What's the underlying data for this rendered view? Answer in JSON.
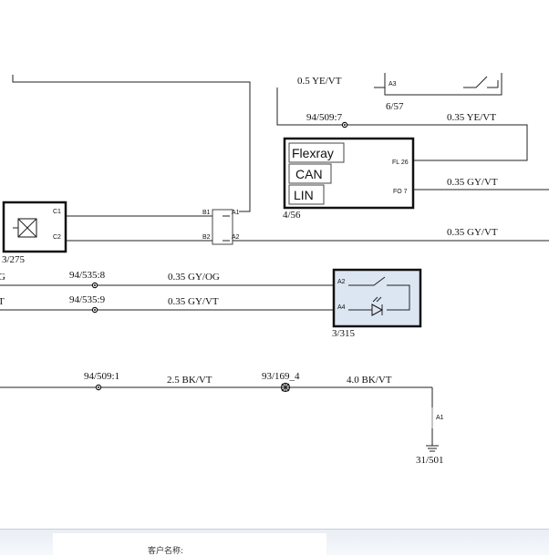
{
  "modules": {
    "m3_275": "3/275",
    "m6_57": "6/57",
    "m4_56": "4/56",
    "m3_315": "3/315",
    "m31_501": "31/501"
  },
  "splices": {
    "s94_509_7": "94/509:7",
    "s94_535_8": "94/535:8",
    "s94_535_9": "94/535:9",
    "s94_509_1": "94/509:1",
    "s93_169_4": "93/169_4"
  },
  "wires": {
    "w_top": "0.5 YE/VT",
    "w_ye_vt": "0.35 YE/VT",
    "w_fo7": "0.35 GY/VT",
    "w_a2": "0.35 GY/VT",
    "w_gy_og": "0.35 GY/OG",
    "w_gy_vt": "0.35 GY/VT",
    "w_bk_vt_25": "2.5 BK/VT",
    "w_bk_vt_40": "4.0 BK/VT",
    "edge_g": "G",
    "edge_t": "T"
  },
  "pins": {
    "c1": "C1",
    "c2": "C2",
    "b1": "B1",
    "a1": "A1",
    "b2": "B2",
    "a2": "A2",
    "a3": "A3",
    "fl26": "FL 26",
    "fo7": "FO 7",
    "sw_a2": "A2",
    "sw_a4": "A4",
    "gnd_a1": "A1"
  },
  "network_module": {
    "flexray": "Flexray",
    "can": "CAN",
    "lin": "LIN"
  },
  "statusbar": {
    "customer_label": "客户名称:"
  },
  "colors": {
    "switch_fill": "#dce6f2",
    "wire": "#222222"
  }
}
